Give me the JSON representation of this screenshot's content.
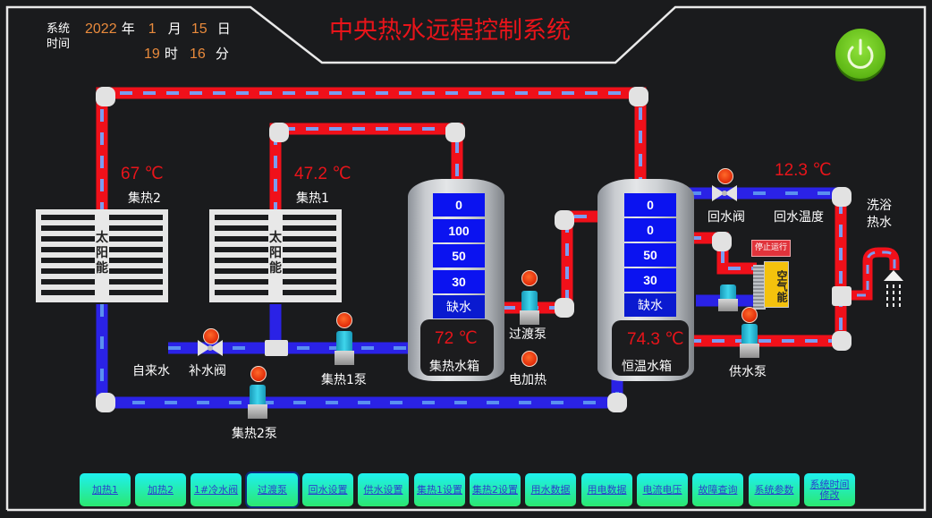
{
  "header": {
    "title": "中央热水远程控制系统",
    "system_time_label_1": "系统",
    "system_time_label_2": "时间",
    "year": "2022",
    "year_unit": "年",
    "month": "1",
    "month_unit": "月",
    "day": "15",
    "day_unit": "日",
    "hour": "19",
    "hour_unit": "时",
    "minute": "16",
    "minute_unit": "分"
  },
  "solar": [
    {
      "temp": "67 ℃",
      "label": "集热2",
      "panel_text": "太阳能"
    },
    {
      "temp": "47.2 ℃",
      "label": "集热1",
      "panel_text": "太阳能"
    }
  ],
  "collector_tank": {
    "levels": [
      "0",
      "100",
      "50",
      "30",
      "缺水"
    ],
    "temp": "72 ℃",
    "name": "集热水箱"
  },
  "constant_tank": {
    "levels": [
      "0",
      "0",
      "50",
      "30",
      "缺水"
    ],
    "temp": "74.3 ℃",
    "name": "恒温水箱"
  },
  "labels": {
    "tap_water": "自来水",
    "makeup_valve": "补水阀",
    "collector1_pump": "集热1泵",
    "collector2_pump": "集热2泵",
    "transfer_pump": "过渡泵",
    "electric_heat": "电加热",
    "return_valve": "回水阀",
    "return_temp_label": "回水温度",
    "return_temp": "12.3 ℃",
    "bath_water_1": "洗浴",
    "bath_water_2": "热水",
    "supply_pump": "供水泵",
    "air_unit_status": "停止运行",
    "air_unit_text": "空气能"
  },
  "buttons": [
    {
      "label": "加热1"
    },
    {
      "label": "加热2"
    },
    {
      "label": "1#冷水阀"
    },
    {
      "label": "过渡泵",
      "active": true
    },
    {
      "label": "回水设置"
    },
    {
      "label": "供水设置"
    },
    {
      "label": "集热1设置"
    },
    {
      "label": "集热2设置"
    },
    {
      "label": "用水数据"
    },
    {
      "label": "用电数据"
    },
    {
      "label": "电流电压"
    },
    {
      "label": "故障查询"
    },
    {
      "label": "系统参数"
    },
    {
      "label": "系统时间修改"
    }
  ],
  "colors": {
    "hot_pipe": "#f0101a",
    "cold_pipe": "#2a22e6",
    "flow_dash": "#7b9cf0",
    "title": "#e8141a",
    "time_value": "#e98a3c",
    "button_top": "#1ef0ef",
    "button_bottom": "#2be870",
    "power": "#6cc91e"
  },
  "icons": {
    "power": "power-icon",
    "shower": "shower-icon",
    "valve": "valve-icon",
    "pump": "pump-icon",
    "indicator": "status-indicator-icon"
  }
}
